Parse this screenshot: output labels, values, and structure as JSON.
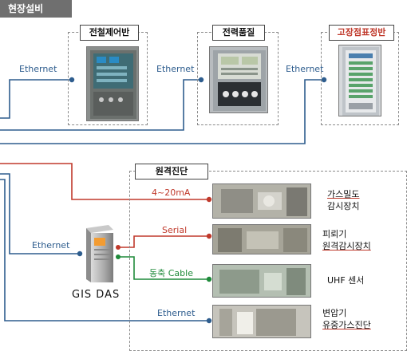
{
  "header": {
    "title": "현장설비"
  },
  "top_devices": [
    {
      "label": "전철제어반",
      "connection": "Ethernet",
      "label_color": ""
    },
    {
      "label": "전력품질",
      "connection": "Ethernet",
      "label_color": ""
    },
    {
      "label": "고장점표정반",
      "connection": "Ethernet",
      "label_color": "#c0392b"
    }
  ],
  "remote": {
    "title": "원격진단",
    "rows": [
      {
        "connection": "4~20mA",
        "line1": "가스밀도",
        "line2": "감시장치"
      },
      {
        "connection": "Serial",
        "line1": "피뢰기",
        "line2": "원격감시장치"
      },
      {
        "connection": "동축 Cable",
        "line1": "UHF 센서",
        "line2": ""
      },
      {
        "connection": "Ethernet",
        "line1": "변압기",
        "line2": "유중가스진단"
      }
    ]
  },
  "gis": {
    "label": "GIS  DAS",
    "connection": "Ethernet"
  },
  "colors": {
    "ethernet": "#2e5d8e",
    "analog": "#c0392b",
    "serial": "#c0392b",
    "coax": "#1f8a3a",
    "header_bg": "#6f6f6f"
  }
}
